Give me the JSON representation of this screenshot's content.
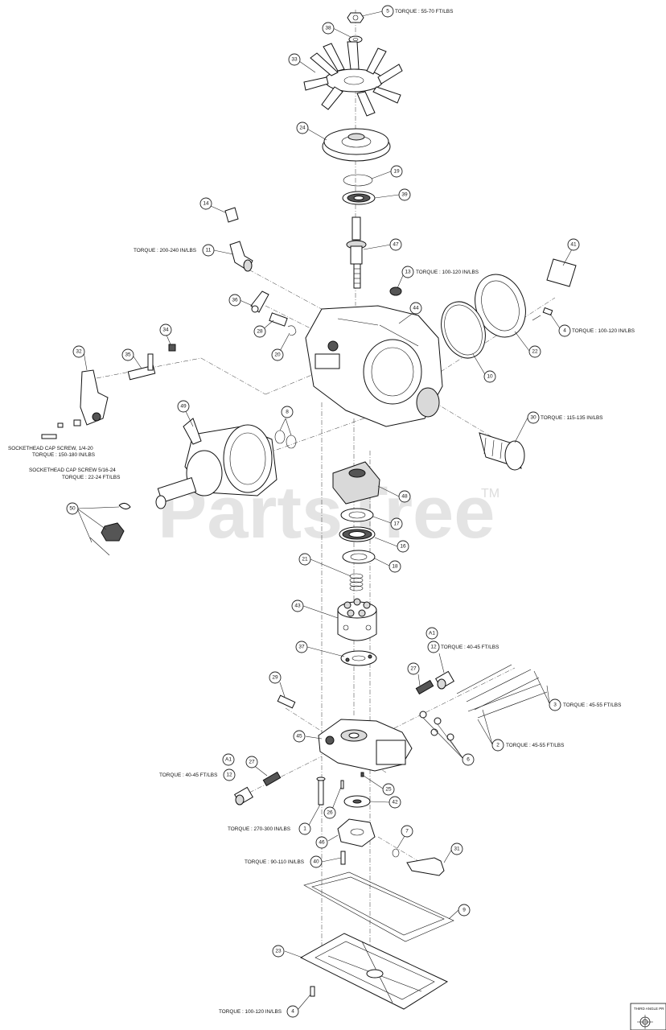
{
  "watermark": {
    "text": "PartsTree",
    "tm": "TM"
  },
  "corner_box": {
    "text": "THIRD ANGLE PR"
  },
  "callouts": [
    {
      "id": "c5",
      "label": "5"
    },
    {
      "id": "c38",
      "label": "38"
    },
    {
      "id": "c33",
      "label": "33"
    },
    {
      "id": "c24",
      "label": "24"
    },
    {
      "id": "c19",
      "label": "19"
    },
    {
      "id": "c39",
      "label": "39"
    },
    {
      "id": "c14",
      "label": "14"
    },
    {
      "id": "c11",
      "label": "11"
    },
    {
      "id": "c47",
      "label": "47"
    },
    {
      "id": "c41",
      "label": "41"
    },
    {
      "id": "c13",
      "label": "13"
    },
    {
      "id": "c44",
      "label": "44"
    },
    {
      "id": "c36",
      "label": "36"
    },
    {
      "id": "c28",
      "label": "28"
    },
    {
      "id": "c20",
      "label": "20"
    },
    {
      "id": "c34",
      "label": "34"
    },
    {
      "id": "c32",
      "label": "32"
    },
    {
      "id": "c35",
      "label": "35"
    },
    {
      "id": "c4a",
      "label": "4"
    },
    {
      "id": "c22",
      "label": "22"
    },
    {
      "id": "c10",
      "label": "10"
    },
    {
      "id": "c49",
      "label": "49"
    },
    {
      "id": "c8",
      "label": "8"
    },
    {
      "id": "c30",
      "label": "30"
    },
    {
      "id": "c48",
      "label": "48"
    },
    {
      "id": "c17",
      "label": "17"
    },
    {
      "id": "c16",
      "label": "16"
    },
    {
      "id": "c50",
      "label": "50"
    },
    {
      "id": "c21",
      "label": "21"
    },
    {
      "id": "c18",
      "label": "18"
    },
    {
      "id": "c43",
      "label": "43"
    },
    {
      "id": "cA1a",
      "label": "A1"
    },
    {
      "id": "c12a",
      "label": "12"
    },
    {
      "id": "c37",
      "label": "37"
    },
    {
      "id": "c27a",
      "label": "27"
    },
    {
      "id": "c29",
      "label": "29"
    },
    {
      "id": "c3",
      "label": "3"
    },
    {
      "id": "c45",
      "label": "45"
    },
    {
      "id": "c2",
      "label": "2"
    },
    {
      "id": "c6",
      "label": "6"
    },
    {
      "id": "cA1b",
      "label": "A1"
    },
    {
      "id": "c27b",
      "label": "27"
    },
    {
      "id": "c12b",
      "label": "12"
    },
    {
      "id": "c25",
      "label": "25"
    },
    {
      "id": "c42",
      "label": "42"
    },
    {
      "id": "c26",
      "label": "26"
    },
    {
      "id": "c1",
      "label": "1"
    },
    {
      "id": "c7",
      "label": "7"
    },
    {
      "id": "c46",
      "label": "46"
    },
    {
      "id": "c31",
      "label": "31"
    },
    {
      "id": "c40",
      "label": "40"
    },
    {
      "id": "c9",
      "label": "9"
    },
    {
      "id": "c23",
      "label": "23"
    },
    {
      "id": "c4b",
      "label": "4"
    }
  ],
  "annotations": {
    "torque_5": "TORQUE : 55-70 FT/LBS",
    "torque_11": "TORQUE : 200-240 IN/LBS",
    "torque_13": "TORQUE : 100-120 IN/LBS",
    "torque_4a": "TORQUE : 100-120 IN/LBS",
    "torque_30": "TORQUE : 115-135 IN/LBS",
    "cap_screw_1": "SOCKETHEAD CAP SCREW, 1/4-20",
    "cap_screw_1_torque": "TORQUE : 150-180 IN/LBS",
    "cap_screw_2": "SOCKETHEAD CAP SCREW 5/16-24",
    "cap_screw_2_torque": "TORQUE : 22-24 FT/LBS",
    "torque_12a": "TORQUE : 40-45 FT/LBS",
    "torque_3": "TORQUE : 45-55 FT/LBS",
    "torque_2": "TORQUE : 45-55 FT/LBS",
    "torque_12b": "TORQUE : 40-45 FT/LBS",
    "torque_1": "TORQUE : 270-300 IN/LBS",
    "torque_40": "TORQUE : 90-110 IN/LBS",
    "torque_4b": "TORQUE : 100-120 IN/LBS"
  }
}
